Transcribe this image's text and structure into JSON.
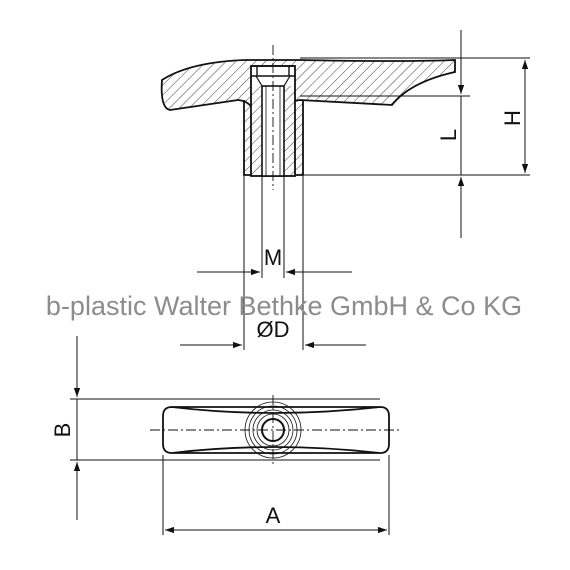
{
  "watermark": "b-plastic Walter Bethke GmbH & Co KG",
  "dimensions": {
    "H": "H",
    "L": "L",
    "M": "M",
    "D": "ØD",
    "B": "B",
    "A": "A"
  }
}
